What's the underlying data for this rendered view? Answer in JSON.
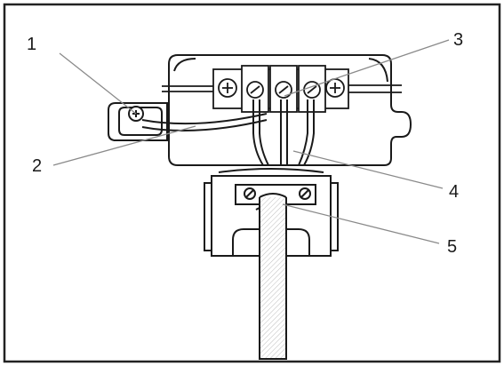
{
  "callouts": [
    {
      "id": "1",
      "label": "1"
    },
    {
      "id": "2",
      "label": "2"
    },
    {
      "id": "3",
      "label": "3"
    },
    {
      "id": "4",
      "label": "4"
    },
    {
      "id": "5",
      "label": "5"
    }
  ],
  "colors": {
    "line": "#1a1a1a",
    "leader": "#8a8a8a",
    "border": "#222222",
    "fill": "#ffffff",
    "shade": "#d9d9d9"
  }
}
